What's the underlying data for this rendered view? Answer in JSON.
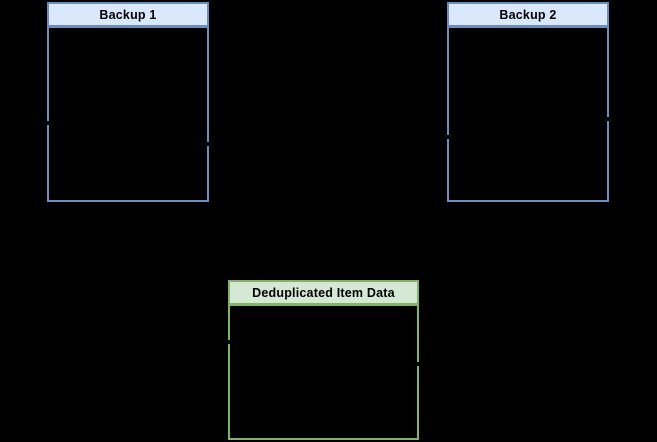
{
  "canvas": {
    "background_color": "#000000"
  },
  "nodes": [
    {
      "title": "Backup 1",
      "header_fill": "#dae8fc",
      "border_color": "#6c8ebf",
      "text_color": "#000000"
    },
    {
      "title": "Backup 2",
      "header_fill": "#dae8fc",
      "border_color": "#6c8ebf",
      "text_color": "#000000"
    },
    {
      "title": "Deduplicated Item Data",
      "header_fill": "#d5e8d4",
      "border_color": "#82b366",
      "text_color": "#000000"
    }
  ],
  "connector_stubs": {
    "color": "#000000"
  }
}
